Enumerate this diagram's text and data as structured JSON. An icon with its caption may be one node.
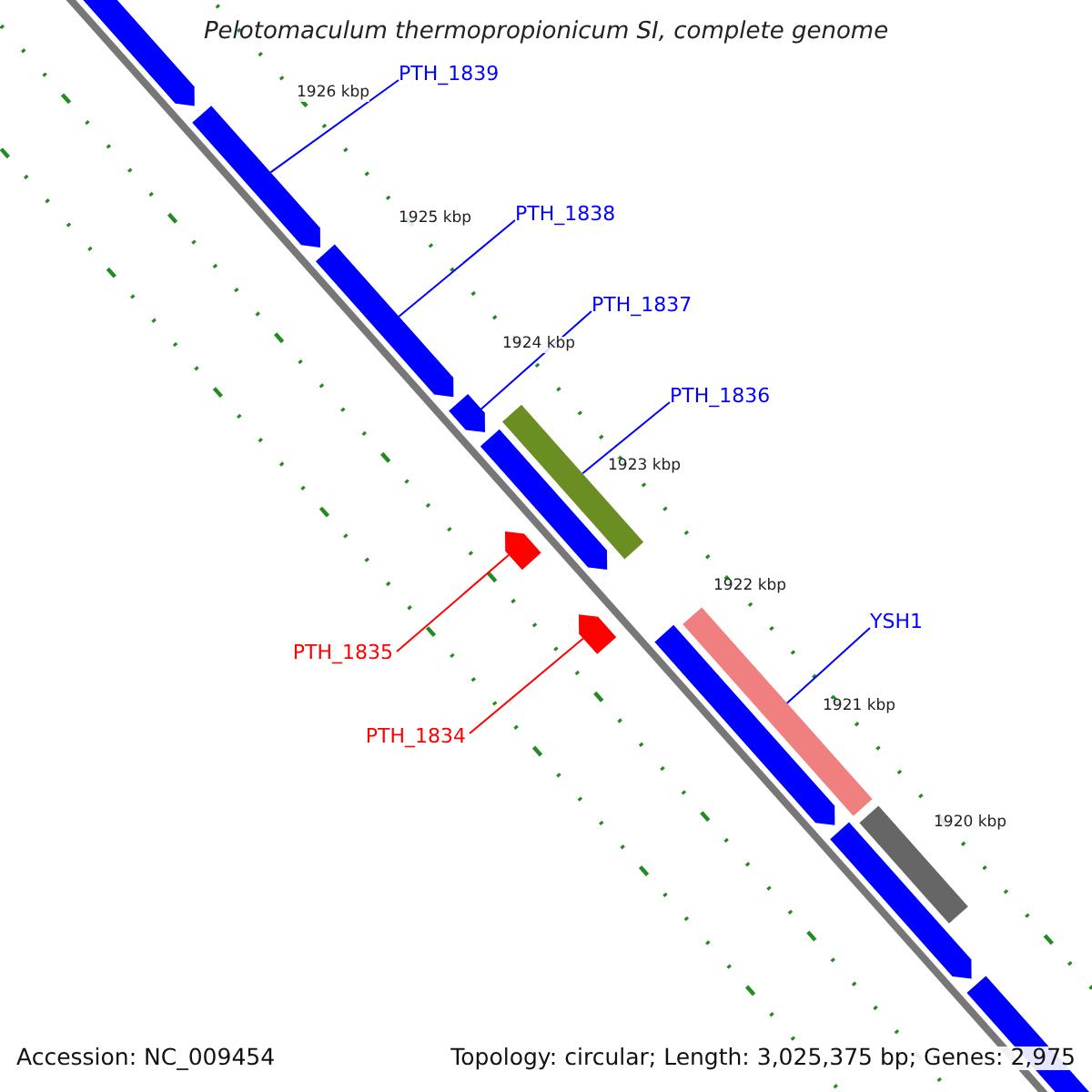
{
  "diagram": {
    "title": "Pelotomaculum thermopropionicum SI, complete genome",
    "nodes": [
      {
        "text": [
          "PTH_1839"
        ]
      },
      {
        "text": [],
        "shape": "bar"
      },
      {
        "text": [
          "PTH_1838"
        ]
      },
      {
        "text": [],
        "shape": "bar"
      },
      {
        "text": [
          "PTH_1837"
        ]
      },
      {
        "text": [],
        "shape": "bar"
      },
      {
        "text": [
          "PTH_1836"
        ]
      },
      {
        "text": [],
        "shape": "bar"
      },
      {
        "text": [
          "YSH1"
        ]
      },
      {
        "text": [],
        "shape": "bar"
      },
      {
        "text": [
          "PTH_1835"
        ]
      },
      {
        "text": [],
        "shape": "bar"
      },
      {
        "text": [
          "PTH_1834"
        ]
      },
      {
        "text": [],
        "shape": "bar"
      },
      {
        "text": [],
        "shape": "bar"
      },
      {
        "text": [],
        "shape": "bar"
      },
      {
        "text": [],
        "shape": "bar"
      },
      {
        "text": [],
        "shape": "bar"
      },
      {
        "text": [],
        "shape": "bar"
      },
      {
        "text": [],
        "shape": "bar"
      }
    ],
    "edges": [
      {
        "from": 0,
        "to": 1,
        "arrow": "none"
      },
      {
        "from": 2,
        "to": 3,
        "arrow": "none"
      },
      {
        "from": 4,
        "to": 5,
        "arrow": "none"
      },
      {
        "from": 6,
        "to": 7,
        "arrow": "none"
      },
      {
        "from": 8,
        "to": 9,
        "arrow": "none"
      },
      {
        "from": 10,
        "to": 11,
        "arrow": "none",
        "color": "#ff0000"
      },
      {
        "from": 12,
        "to": 13,
        "arrow": "none",
        "color": "#ff0000"
      }
    ],
    "labels": [
      "1926 kbp",
      "1925 kbp",
      "1924 kbp",
      "1923 kbp",
      "1922 kbp",
      "1921 kbp",
      "1920 kbp",
      "Accession: NC_009454",
      "Topology: circular; Length: 3,025,375 bp; Genes: 2,975"
    ]
  }
}
